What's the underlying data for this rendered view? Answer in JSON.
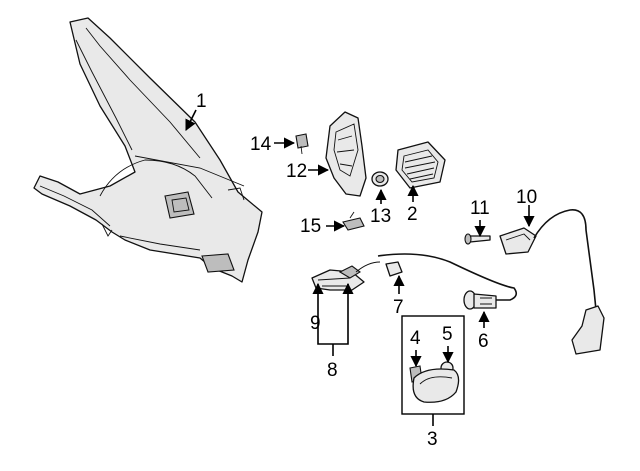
{
  "callouts": {
    "c1": "1",
    "c2": "2",
    "c3": "3",
    "c4": "4",
    "c5": "5",
    "c6": "6",
    "c7": "7",
    "c8": "8",
    "c9": "9",
    "c10": "10",
    "c11": "11",
    "c12": "12",
    "c13": "13",
    "c14": "14",
    "c15": "15"
  },
  "colors": {
    "line": "#111111",
    "part_fill": "#e9e9e9",
    "part_shade": "#bdbdbd",
    "background": "#ffffff"
  }
}
